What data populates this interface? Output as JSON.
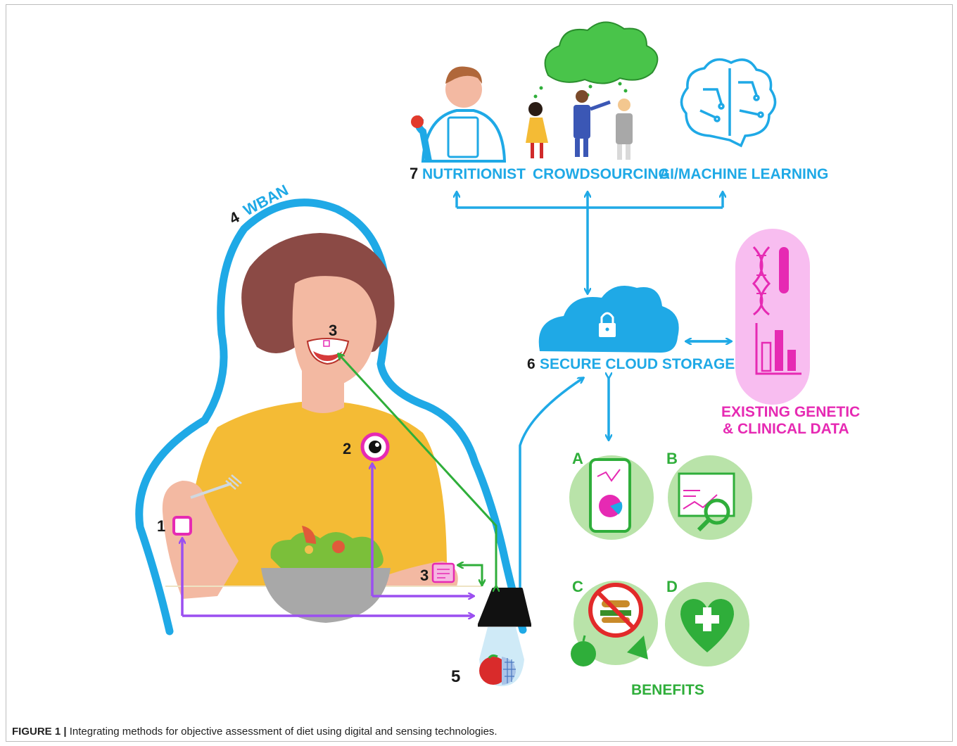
{
  "labels": {
    "nutritionist_num": "7",
    "nutritionist": "NUTRITIONIST",
    "crowdsourcing": "CROWDSOURCING",
    "ai": "AI/MACHINE LEARNING",
    "wban_num": "4",
    "wban": "WBAN",
    "cloud_num": "6",
    "cloud": "SECURE CLOUD STORAGE",
    "existing_line1": "EXISTING GENETIC",
    "existing_line2": "& CLINICAL DATA",
    "sensor1": "1",
    "sensor2": "2",
    "sensor3_mouth": "3",
    "sensor3_arm": "3",
    "sensor5": "5",
    "benefit_a": "A",
    "benefit_b": "B",
    "benefit_c": "C",
    "benefit_d": "D",
    "benefits": "BENEFITS"
  },
  "caption": {
    "prefix": "FIGURE 1 |",
    "text": " Integrating methods for objective assessment of diet using digital and sensing technologies."
  },
  "colors": {
    "blue": "#1fa9e6",
    "green": "#2fae3a",
    "magenta": "#e62ab3",
    "purple": "#9b4ff0",
    "shirt": "#f4bb35",
    "hair": "#8b4a45",
    "skin": "#f3b9a2"
  }
}
